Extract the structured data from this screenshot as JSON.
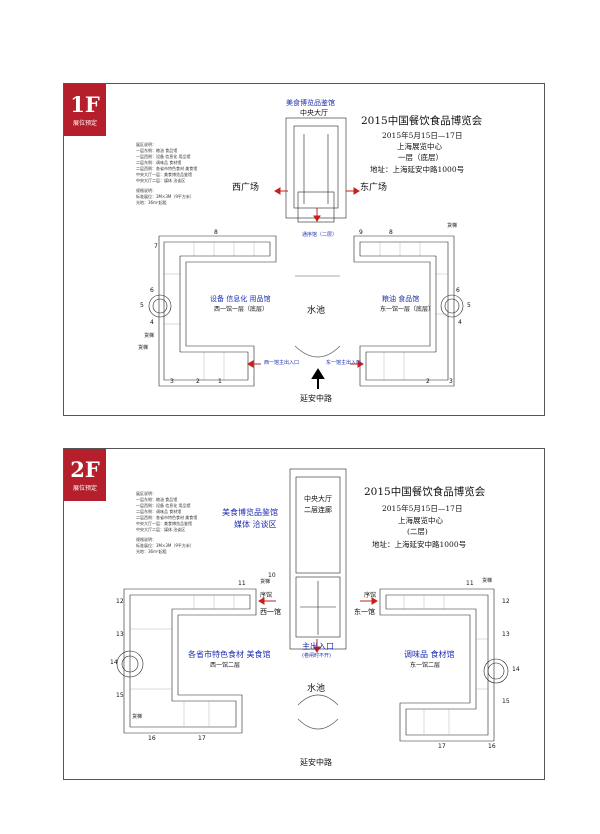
{
  "panels": [
    {
      "badge": {
        "floor": "1F",
        "tag": "展位预定"
      },
      "title": "2015中国餐饮食品博览会",
      "date": "2015年5月15日—17日",
      "venue": "上海展览中心",
      "floor_name": "一层（底层）",
      "address": "地址：上海延安中路1000号",
      "legend": {
        "heading": "展区说明：",
        "items": [
          "一层东侧：粮油 食品馆",
          "一层西侧：设备 信息化 用品馆",
          "二层东侧：调味品 食材馆",
          "二层西侧：各省市特色食材 美食馆",
          "中央大厅一层：美食博览品鉴馆",
          "中央大厅二层：媒体 洽谈区"
        ],
        "note": "规格说明：",
        "note_items": [
          "标准展位：3M×3M（9平方米）",
          "光地：36m²起租"
        ]
      },
      "hall_top": "美食博览品鉴馆",
      "hall_center": "中央大厅",
      "west_square": "西广场",
      "east_square": "东广场",
      "center_bottom_label": "通序馆（二层）",
      "west_hall_title": "设备  信息化  用品馆",
      "west_hall_sub": "西一馆一层（底层）",
      "east_hall_title": "粮油  食品馆",
      "east_hall_sub": "东一馆一层（底层）",
      "pool": "水池",
      "west_entrance": "西一馆主出入口",
      "east_entrance": "东一馆主出入口",
      "road": "延安中路",
      "cargo_lift_1": "货梯",
      "cargo_lift_2": "货梯",
      "cargo_lift_3": "货梯",
      "room_numbers_west": [
        "7",
        "8",
        "6",
        "5",
        "4",
        "3",
        "2",
        "1"
      ],
      "room_numbers_east": [
        "9",
        "8",
        "6",
        "5",
        "4",
        "3",
        "2"
      ]
    },
    {
      "badge": {
        "floor": "2F",
        "tag": "展位预定"
      },
      "title": "2015中国餐饮食品博览会",
      "date": "2015年5月15日—17日",
      "venue": "上海展览中心",
      "floor_name": "(二层)",
      "address": "地址：上海延安中路1000号",
      "legend": {
        "heading": "展区说明：",
        "items": [
          "一层东侧：粮油 食品馆",
          "一层西侧：设备 信息化 用品馆",
          "二层东侧：调味品 食材馆",
          "二层西侧：各省市特色食材 美食馆",
          "中央大厅一层：美食博览品鉴馆",
          "中央大厅二层：媒体 洽谈区"
        ],
        "note": "规格说明：",
        "note_items": [
          "标准展位：3M×3M（9平方米）",
          "光地：36m²起租"
        ]
      },
      "hall_top_1": "美食博览品鉴馆",
      "hall_top_2": "媒体  洽谈区",
      "hall_center": "中央大厅",
      "hall_center_sub": "二层连廊",
      "west_link": "西一馆",
      "east_link": "东一馆",
      "west_stair": "序馆",
      "east_stair": "序馆",
      "west_hall_title": "各省市特色食材  美食馆",
      "west_hall_sub": "西一馆二层",
      "east_hall_title": "调味品  食材馆",
      "east_hall_sub": "东一馆二层",
      "main_entrance": "主出入口",
      "main_entrance_note": "(卷闸时不开)",
      "pool": "水池",
      "road": "延安中路",
      "cargo_lift_1": "货梯",
      "cargo_lift_2": "货梯",
      "cargo_lift_3": "货梯",
      "room_numbers_west": [
        "11",
        "10",
        "12",
        "13",
        "14",
        "15",
        "16",
        "17"
      ],
      "room_numbers_east": [
        "11",
        "12",
        "13",
        "14",
        "15",
        "16",
        "17"
      ]
    }
  ],
  "colors": {
    "badge": "#b51f2b",
    "blue": "#1e2fb0",
    "red": "#c6201c"
  }
}
